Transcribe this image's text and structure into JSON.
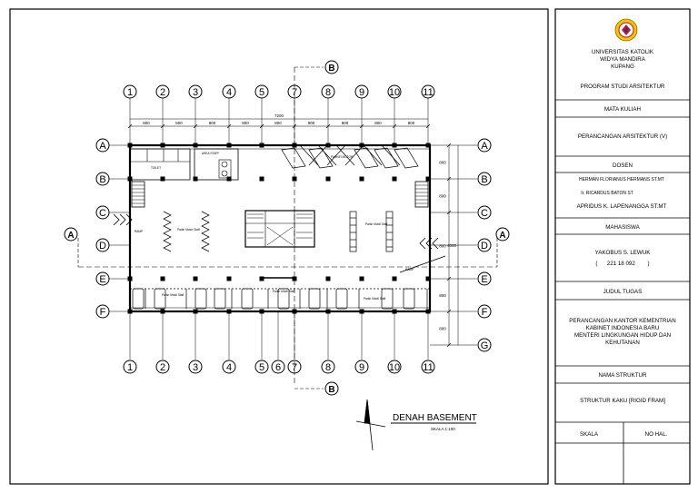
{
  "grid": {
    "top_labels": [
      "1",
      "2",
      "3",
      "4",
      "5",
      "7",
      "8",
      "9",
      "10",
      "11"
    ],
    "bottom_labels": [
      "1",
      "2",
      "3",
      "4",
      "5",
      "6",
      "7",
      "8",
      "9",
      "10",
      "11"
    ],
    "rows_left": [
      "A",
      "B",
      "C",
      "D",
      "E",
      "F"
    ],
    "rows_right": [
      "A",
      "B",
      "C",
      "D",
      "E",
      "F",
      "G"
    ],
    "section_a": "A",
    "section_b": "B"
  },
  "dimensions": {
    "top_total": "7200",
    "top_segments": [
      "800",
      "800",
      "800",
      "800",
      "800",
      "800",
      "800",
      "800",
      "800"
    ],
    "right_segments": [
      "800",
      "800",
      "800",
      "800",
      "800"
    ],
    "right_total": "4000"
  },
  "rooms": {
    "area_staff": "AREA STAFF",
    "toilet": "TOILET",
    "parkir_motor": "PARKIR MOTOR",
    "parkir_mobil_1": "Parkir Mobil Staff",
    "parkir_mobil_2": "Parkir Mobil Staff",
    "parkir_mobil_3": "Parkir Mobil Staff",
    "parkir_mobil_4": "Parkir Mobil Staff",
    "parkir_motor_center": "Parkir Motor Staff",
    "ramp_in": "RAMP",
    "ramp_out": "RAMP"
  },
  "drawing_title": {
    "title": "DENAH BASEMENT",
    "scale": "SKALA 1:100"
  },
  "title_block": {
    "university_line1": "UNIVERSITAS KATOLIK",
    "university_line2": "WIDYA MANDIRA",
    "university_line3": "KUPANG",
    "program": "PROGRAM STUDI ARSITEKTUR",
    "course_header": "MATA KULIAH",
    "course": "PERANCANGAN ARSITEKTUR (V)",
    "lecturer_header": "DOSEN",
    "lecturer_1": "HERMAN  FLORIANUS HERMANS ST.MT",
    "lecturer_2": "Ir. RICARDUS BATON ST",
    "lecturer_3": "APRIDUS K. LAPENANGGA ST.MT",
    "student_header": "MAHASISWA",
    "student_name": "YAKOBUS S. LEWUK",
    "student_id": "(      221 18 092        )",
    "project_header": "JUDUL TUGAS",
    "project_line1": "PERANCANGAN KANTOR KEMENTRIAN",
    "project_line2": "KABINET INDONESIA BARU",
    "project_line3": "MENTERI LINGKUNGAN HIDUP DAN",
    "project_line4": "KEHUTANAN",
    "structure_header": "NAMA STRUKTUR",
    "structure": "STRUKTUR KAKU [RIGID FRAM]",
    "scale_header": "SKALA",
    "page_header": "NO HAL."
  },
  "colors": {
    "line": "#000000",
    "logo_yellow": "#f2c500",
    "logo_red": "#c8102e"
  }
}
